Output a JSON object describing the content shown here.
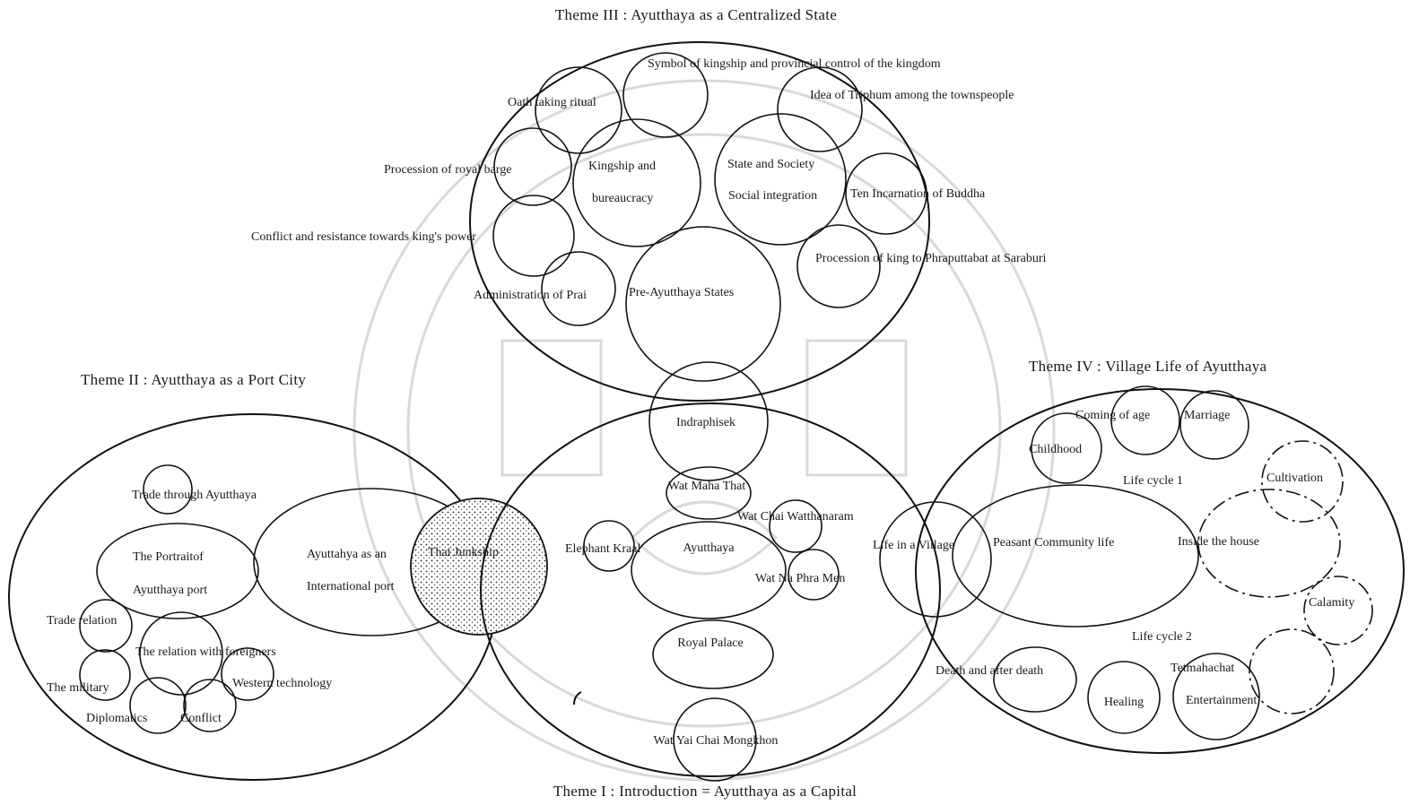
{
  "themes": {
    "theme3": "Theme III : Ayutthaya as a Centralized State",
    "theme2": "Theme II : Ayutthaya as a Port City",
    "theme4": "Theme IV : Village Life of Ayutthaya",
    "theme1": "Theme I : Introduction = Ayutthaya as a Capital"
  },
  "theme3_nodes": {
    "symbol": "Symbol of kingship and provincial control of the kingdom",
    "idea": "Idea of Triphum among the townspeople",
    "oath": "Oath taking ritual",
    "procession_barge": "Procession of royal barge",
    "kingship1": "Kingship and",
    "kingship2": "bureaucracy",
    "state1": "State and Society",
    "state2": "Social integration",
    "ten": "Ten Incarnation of Buddha",
    "conflict": "Conflict and resistance towards king's power",
    "procession_king": "Procession of king to Phraputtabat at  Saraburi",
    "prai": "Administration of Prai",
    "pre": "Pre-Ayutthaya States"
  },
  "theme1_nodes": {
    "indraphisek": "Indraphisek",
    "mahathat": "Wat Maha That",
    "chaiwatthanaram": "Wat Chai Watthanaram",
    "elephant": "Elephant Kraal",
    "ayutthaya": "Ayutthaya",
    "naphramen": "Wat Na Phra Men",
    "palace": "Royal Palace",
    "yaichai": "Wat Yai Chai Mongkhon"
  },
  "theme2_nodes": {
    "trade_through": "Trade through Ayutthaya",
    "portrait1": "The Portraitof",
    "portrait2": "Ayutthaya port",
    "intl1": "Ayuttahya as an",
    "intl2": "International port",
    "junkship": "Thai Junkship",
    "trade_relation": "Trade relation",
    "relation": "The relation with foreigners",
    "military": "The military",
    "western": "Western technology",
    "diplomatics": "Diplomatics",
    "conflict": "Conflict"
  },
  "theme4_nodes": {
    "coming": "Coming of age",
    "marriage": "Marriage",
    "childhood": "Childhood",
    "lifecycle1": "Life cycle 1",
    "cultivation": "Cultivation",
    "village": "Life in a Village",
    "peasant": "Peasant Community life",
    "inside": "Inside the house",
    "calamity": "Calamity",
    "lifecycle2": "Life cycle 2",
    "death": "Death and after death",
    "tetmahachat": "Tetmahachat",
    "healing": "Healing",
    "entertainment": "Entertainment"
  }
}
